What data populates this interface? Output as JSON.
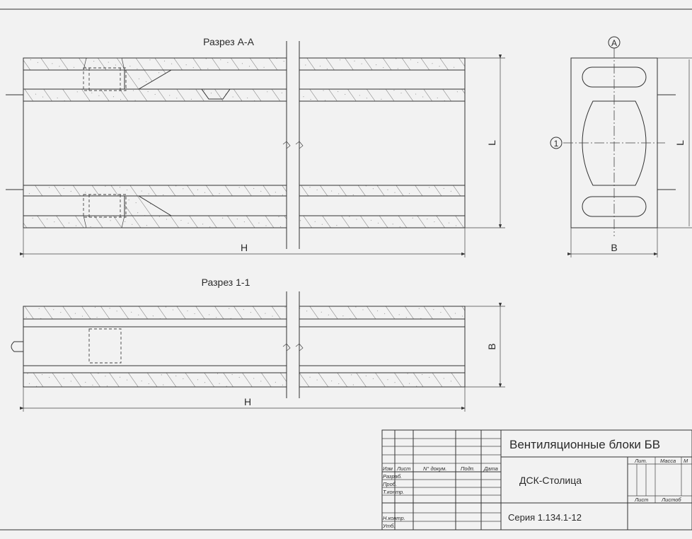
{
  "section_aa": {
    "title": "Разрез А-А",
    "dim_length": "H",
    "dim_height": "L"
  },
  "section_11": {
    "title": "Разрез 1-1",
    "dim_length": "H",
    "dim_width": "B"
  },
  "side_view": {
    "axis_letter": "А",
    "axis_number": "1",
    "dim_width": "B",
    "dim_height": "L"
  },
  "title_block": {
    "name": "Вентиляционные блоки БВ",
    "organization": "ДСК-Столица",
    "series": "Серия 1.134.1-12",
    "headers": {
      "izm": "Изм",
      "list": "Лист",
      "doc": "N° докум.",
      "sign": "Подп.",
      "date": "Дата"
    },
    "roles": [
      "Разраб.",
      "Проб.",
      "Т.контр.",
      "Н.контр.",
      "Утб."
    ],
    "col_lit": "Лит.",
    "col_mass": "Масса",
    "col_scale": "М",
    "col_sheet": "Лист",
    "col_sheets": "Листоб"
  },
  "colors": {
    "background": "#f2f2f2",
    "line": "#333333"
  }
}
